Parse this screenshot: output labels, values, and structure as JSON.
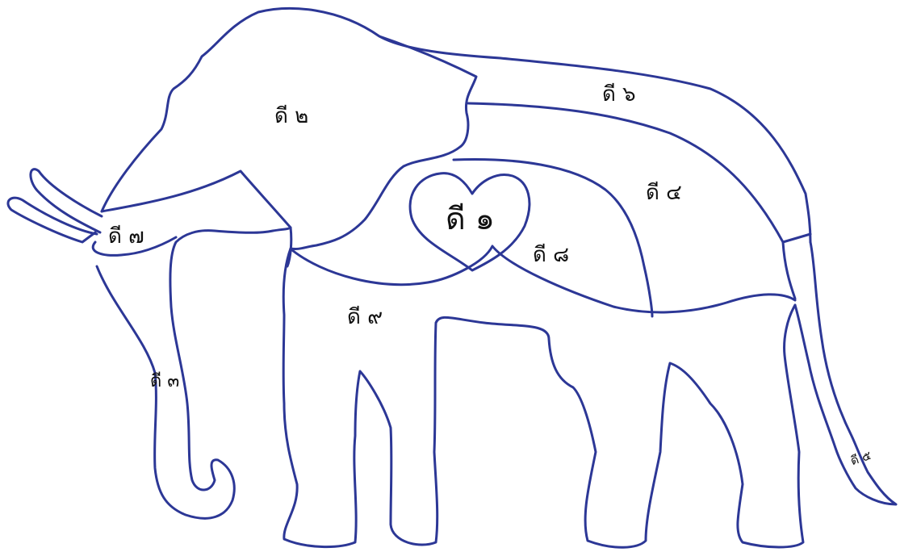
{
  "colors": {
    "outline": "#2c3796",
    "background": "#ffffff",
    "label_text": "#111111"
  },
  "labels": {
    "l1": "ดี ๑",
    "l2": "ดี ๒",
    "l3": "ดี ๓",
    "l4": "ดี ๔",
    "l5": "ดี ๕",
    "l6": "ดี ๖",
    "l7": "ดี ๗",
    "l8": "ดี ๘",
    "l9": "ดี ๙"
  }
}
